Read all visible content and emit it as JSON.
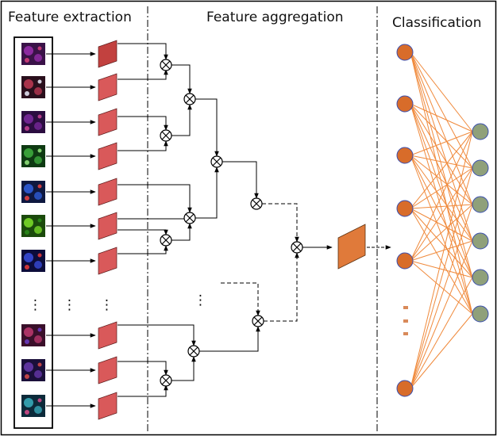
{
  "sections": {
    "extraction": "Feature extraction",
    "aggregation": "Feature aggregation",
    "classification": "Classification"
  },
  "ellipsis": "⋮",
  "multiply_symbol": "⊗",
  "colors": {
    "border": "#000000",
    "feature_map_first": "#c2413f",
    "feature_map": "#d9595a",
    "aggregated_feature": "#e07a3a",
    "hidden_node": "#d86c2a",
    "output_node": "#8fa07a",
    "node_border": "#3a4fb0",
    "edge": "#f08a3c",
    "dots": "#d98a5a"
  },
  "thumbnails": [
    {
      "bg": "#3a1248",
      "spot": "#9b2fb0",
      "accent": "#d23e7a"
    },
    {
      "bg": "#2a0f1c",
      "spot": "#c03a54",
      "accent": "#e0e0f0"
    },
    {
      "bg": "#2b0d40",
      "spot": "#7d2aa0",
      "accent": "#c04090"
    },
    {
      "bg": "#0e3a12",
      "spot": "#3fb03f",
      "accent": "#8fe07a"
    },
    {
      "bg": "#0e1840",
      "spot": "#3060e0",
      "accent": "#e04040"
    },
    {
      "bg": "#1b4a0c",
      "spot": "#7ee02a",
      "accent": "#2a8a1a"
    },
    {
      "bg": "#0c0c3a",
      "spot": "#3a4ee0",
      "accent": "#e03a3a"
    },
    {
      "bg": "#3a0f2a",
      "spot": "#c03a70",
      "accent": "#6a3ac0"
    },
    {
      "bg": "#1a0f3a",
      "spot": "#6a3ab0",
      "accent": "#d04a4a"
    },
    {
      "bg": "#0c2a3a",
      "spot": "#3ab0c0",
      "accent": "#d04a8a"
    }
  ],
  "network": {
    "hidden_count": 7,
    "output_count": 6
  }
}
